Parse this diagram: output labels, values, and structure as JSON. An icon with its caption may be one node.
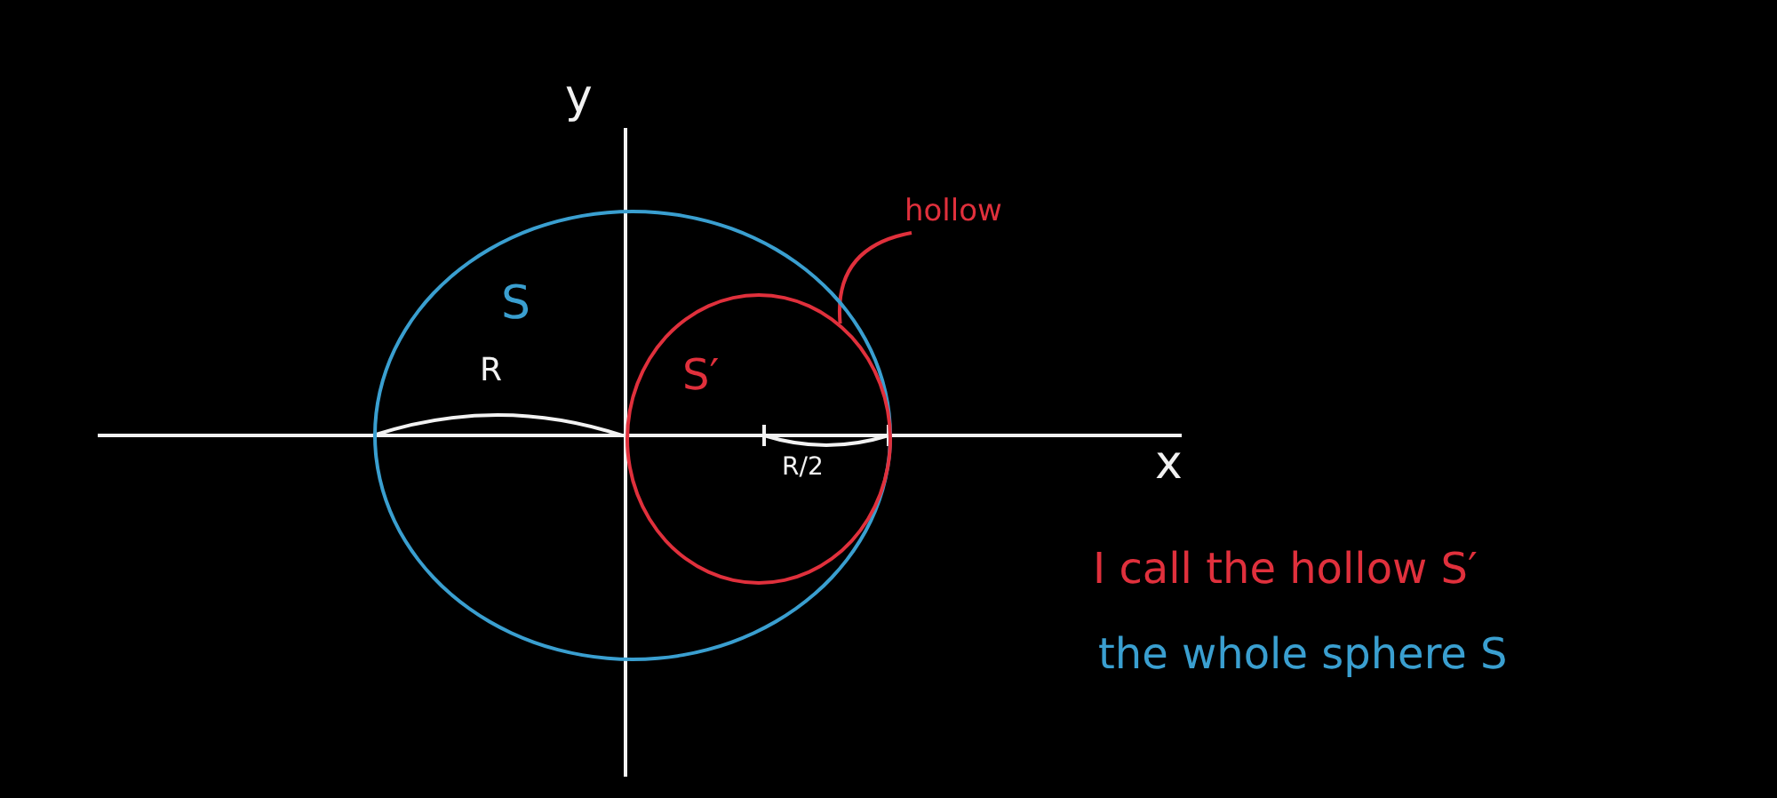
{
  "diagram": {
    "nodes": [
      {
        "text": [
          "S"
        ]
      },
      {
        "text": [
          "S′"
        ],
        "in": 0
      },
      {
        "text": [
          "hollow"
        ]
      }
    ],
    "edges": [
      {
        "from": 2,
        "to": 1,
        "arrow": "none"
      }
    ],
    "labels": [
      "y",
      "R",
      "x",
      "R/2",
      "I call the hollow S′",
      "the whole sphere S"
    ]
  }
}
